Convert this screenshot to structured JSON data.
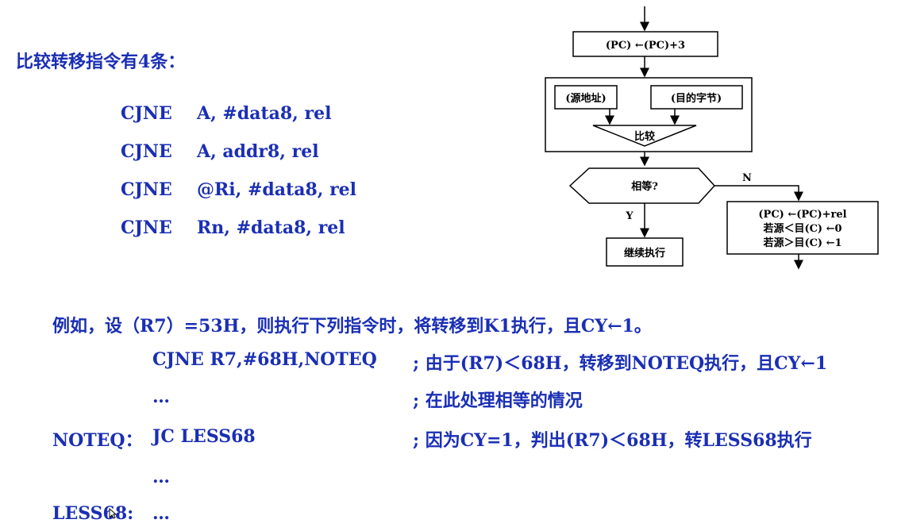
{
  "intro": "比较转移指令有4条：",
  "instructions": [
    {
      "mnemonic": "CJNE",
      "operands": "A, #data8, rel"
    },
    {
      "mnemonic": "CJNE",
      "operands": "A, addr8, rel"
    },
    {
      "mnemonic": "CJNE",
      "operands": "@Ri, #data8, rel"
    },
    {
      "mnemonic": "CJNE",
      "operands": "Rn, #data8, rel"
    }
  ],
  "flowchart": {
    "pc_box": "(PC) ←(PC)+3",
    "source": "(源地址)",
    "dest": "(目的字节)",
    "compare": "比较",
    "equal": "相等?",
    "yes": "Y",
    "no": "N",
    "continue": "继续执行",
    "result_lines": [
      "(PC) ←(PC)+rel",
      "若源＜目(C) ←0",
      "若源＞目(C) ←1"
    ]
  },
  "example": {
    "intro": "例如，设（R7）=53H，则执行下列指令时，将转移到K1执行，且CY←1。",
    "lines": [
      {
        "label": "",
        "code": "CJNE   R7,#68H,NOTEQ",
        "comment": "; 由于(R7)＜68H，转移到NOTEQ执行，且CY←1"
      },
      {
        "label": "",
        "code": "…",
        "comment": "; 在此处理相等的情况"
      },
      {
        "label": "NOTEQ：",
        "code": "JC    LESS68",
        "comment": "; 因为CY=1，判出(R7)＜68H，转LESS68执行"
      },
      {
        "label": "",
        "code": "…",
        "comment": ""
      },
      {
        "label": "LESS68:",
        "code": "…",
        "comment": ""
      }
    ]
  }
}
